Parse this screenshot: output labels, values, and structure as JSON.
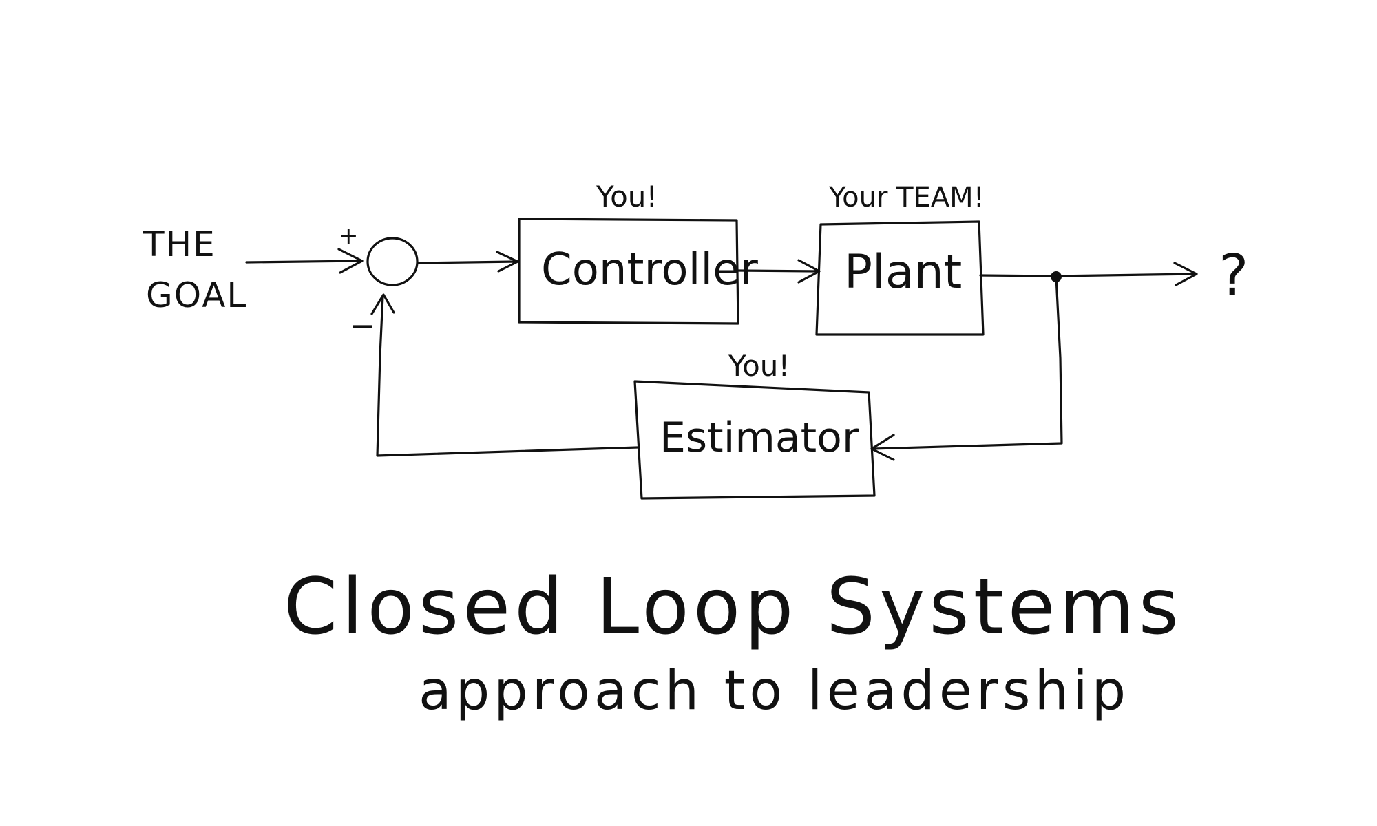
{
  "colors": {
    "ink": "#111111",
    "background": "#ffffff"
  },
  "input": {
    "line1": "THE",
    "line2": "GOAL"
  },
  "summing_junction": {
    "plus_sign": "+",
    "minus_sign": "−"
  },
  "controller": {
    "annotation": "You!",
    "label": "Controller"
  },
  "plant": {
    "annotation": "Your TEAM!",
    "label": "Plant"
  },
  "estimator": {
    "annotation": "You!",
    "label": "Estimator"
  },
  "output": {
    "label": "?"
  },
  "caption": {
    "title": "Closed Loop Systems",
    "subtitle": "approach to leadership"
  }
}
